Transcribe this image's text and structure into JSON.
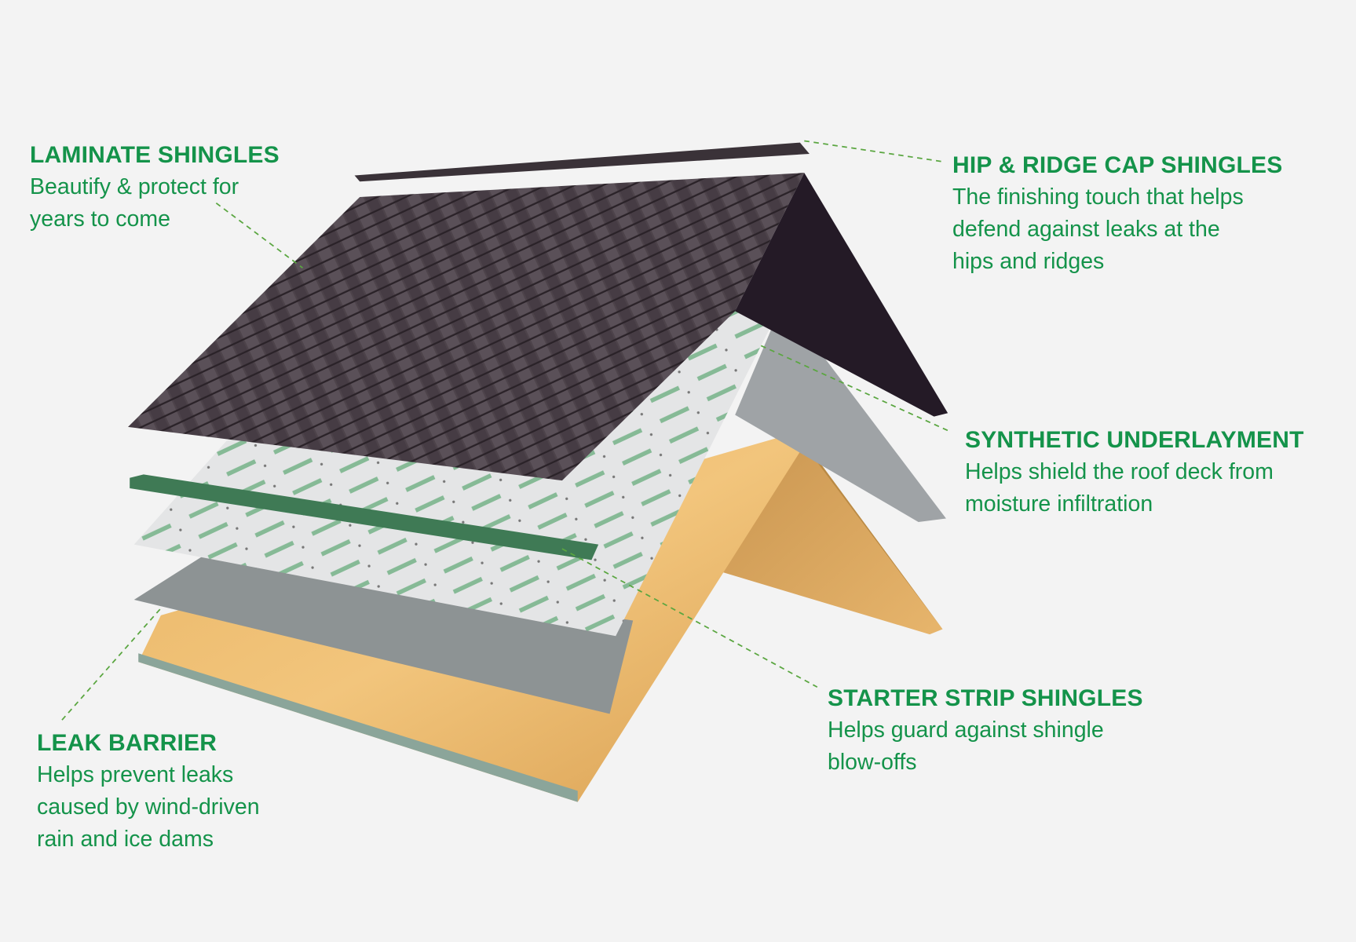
{
  "colors": {
    "accent": "#14934a",
    "background": "#f3f3f3"
  },
  "labels": {
    "laminate": {
      "title": "LAMINATE SHINGLES",
      "desc": "Beautify & protect for\nyears to come"
    },
    "hip_ridge": {
      "title": "HIP & RIDGE CAP SHINGLES",
      "desc": "The finishing touch that helps\ndefend against leaks at the\nhips and ridges"
    },
    "synthetic": {
      "title": "SYNTHETIC UNDERLAYMENT",
      "desc": "Helps shield the roof deck from\nmoisture infiltration"
    },
    "starter": {
      "title": "STARTER STRIP SHINGLES",
      "desc": "Helps guard against shingle\nblow-offs"
    },
    "leak": {
      "title": "LEAK BARRIER",
      "desc": "Helps prevent leaks\ncaused by wind-driven\nrain and ice dams"
    }
  }
}
